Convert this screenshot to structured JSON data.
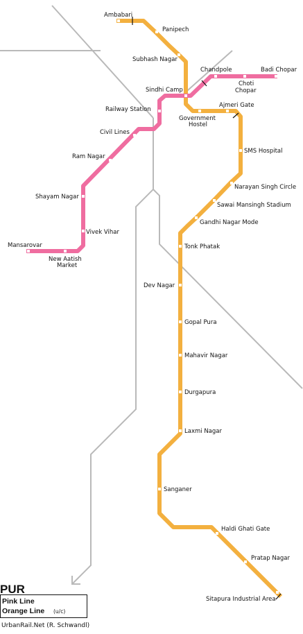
{
  "map": {
    "title": "PUR",
    "legend": {
      "pink_line": "Pink Line",
      "orange_line": "Orange Line",
      "orange_note": "(u/c)"
    },
    "credit": "UrbanRail.Net (R. Schwandl)"
  },
  "colors": {
    "pink_line": "#ef6da0",
    "orange_line": "#f3b03f",
    "railway": "#b9b9b9"
  },
  "stations": {
    "ambabari": "Ambabari",
    "panipech": "Panipech",
    "subhash_nagar": "Subhash Nagar",
    "chandpole": "Chandpole",
    "badi_chopar": "Badi Chopar",
    "choti_chopar_1": "Choti",
    "choti_chopar_2": "Chopar",
    "sindhi_camp": "Sindhi Camp",
    "railway_station": "Railway Station",
    "ajmeri_gate": "Ajmeri Gate",
    "government_hostel_1": "Government",
    "government_hostel_2": "Hostel",
    "civil_lines": "Civil Lines",
    "sms_hospital": "SMS Hospital",
    "ram_nagar": "Ram Nagar",
    "narayan_singh_circle": "Narayan Singh Circle",
    "shayam_nagar": "Shayam Nagar",
    "sawai_mansingh_stadium": "Sawai Mansingh Stadium",
    "gandhi_nagar_mode": "Gandhi Nagar Mode",
    "vivek_vihar": "Vivek Vihar",
    "mansarovar": "Mansarovar",
    "new_aatish_market_1": "New Aatish",
    "new_aatish_market_2": "Market",
    "tonk_phatak": "Tonk Phatak",
    "dev_nagar": "Dev Nagar",
    "gopal_pura": "Gopal Pura",
    "mahavir_nagar": "Mahavir Nagar",
    "durgapura": "Durgapura",
    "laxmi_nagar": "Laxmi Nagar",
    "sanganer": "Sanganer",
    "haldi_ghati_gate": "Haldi Ghati Gate",
    "pratap_nagar": "Pratap Nagar",
    "sitapura_industrial_area": "Sitapura Industrial Area"
  }
}
